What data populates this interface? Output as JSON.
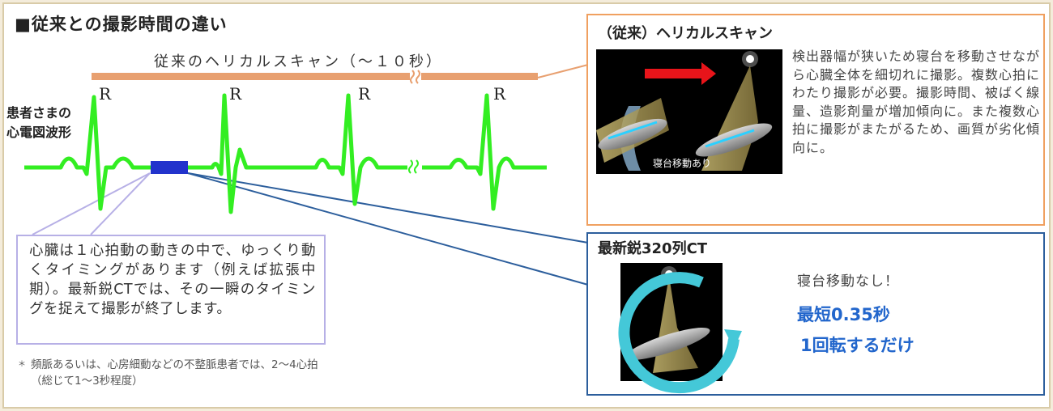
{
  "title": "■従来との撮影時間の違い",
  "conventional_scan_bar_label": "従来のヘリカルスキャン（～１０秒）",
  "ecg": {
    "label_line1": "患者さまの",
    "label_line2": "心電図波形",
    "peak_labels": [
      "R",
      "R",
      "R",
      "R"
    ],
    "break_mark": "≈"
  },
  "explanation": {
    "text": "心臓は１心拍動の動きの中で、ゆっくり動くタイミングがあります（例えば拡張中期）。最新鋭CTでは、その一瞬のタイミングを捉えて撮影が終了します。"
  },
  "footnote": {
    "mark": "＊",
    "line1": "頻脈あるいは、心房細動などの不整脈患者では、2～4心拍（総じて1～3秒程度）"
  },
  "conventional": {
    "title": "（従来）ヘリカルスキャン",
    "image_caption": "寝台移動あり",
    "text": "検出器幅が狭いため寝台を移動させながら心臓全体を細切れに撮影。複数心拍にわたり撮影が必要。撮影時間、被ばく線量、造影剤量が増加傾向に。また複数心拍に撮影がまたがるため、画質が劣化傾向に。"
  },
  "latest": {
    "title": "最新鋭320列CT",
    "subtitle": "寝台移動なし！",
    "speed": "最短0.35秒",
    "rotation": "1回転するだけ"
  },
  "colors": {
    "ecg_line": "#33ee22",
    "scan_bar": "#e8a070",
    "capture_block": "#2233cc",
    "conventional_border": "#f0a060",
    "latest_border": "#2c5e9c",
    "explain_border": "#b7b0e6",
    "rotation_arrow": "#44c8d8",
    "highlight_text": "#2266cc"
  }
}
